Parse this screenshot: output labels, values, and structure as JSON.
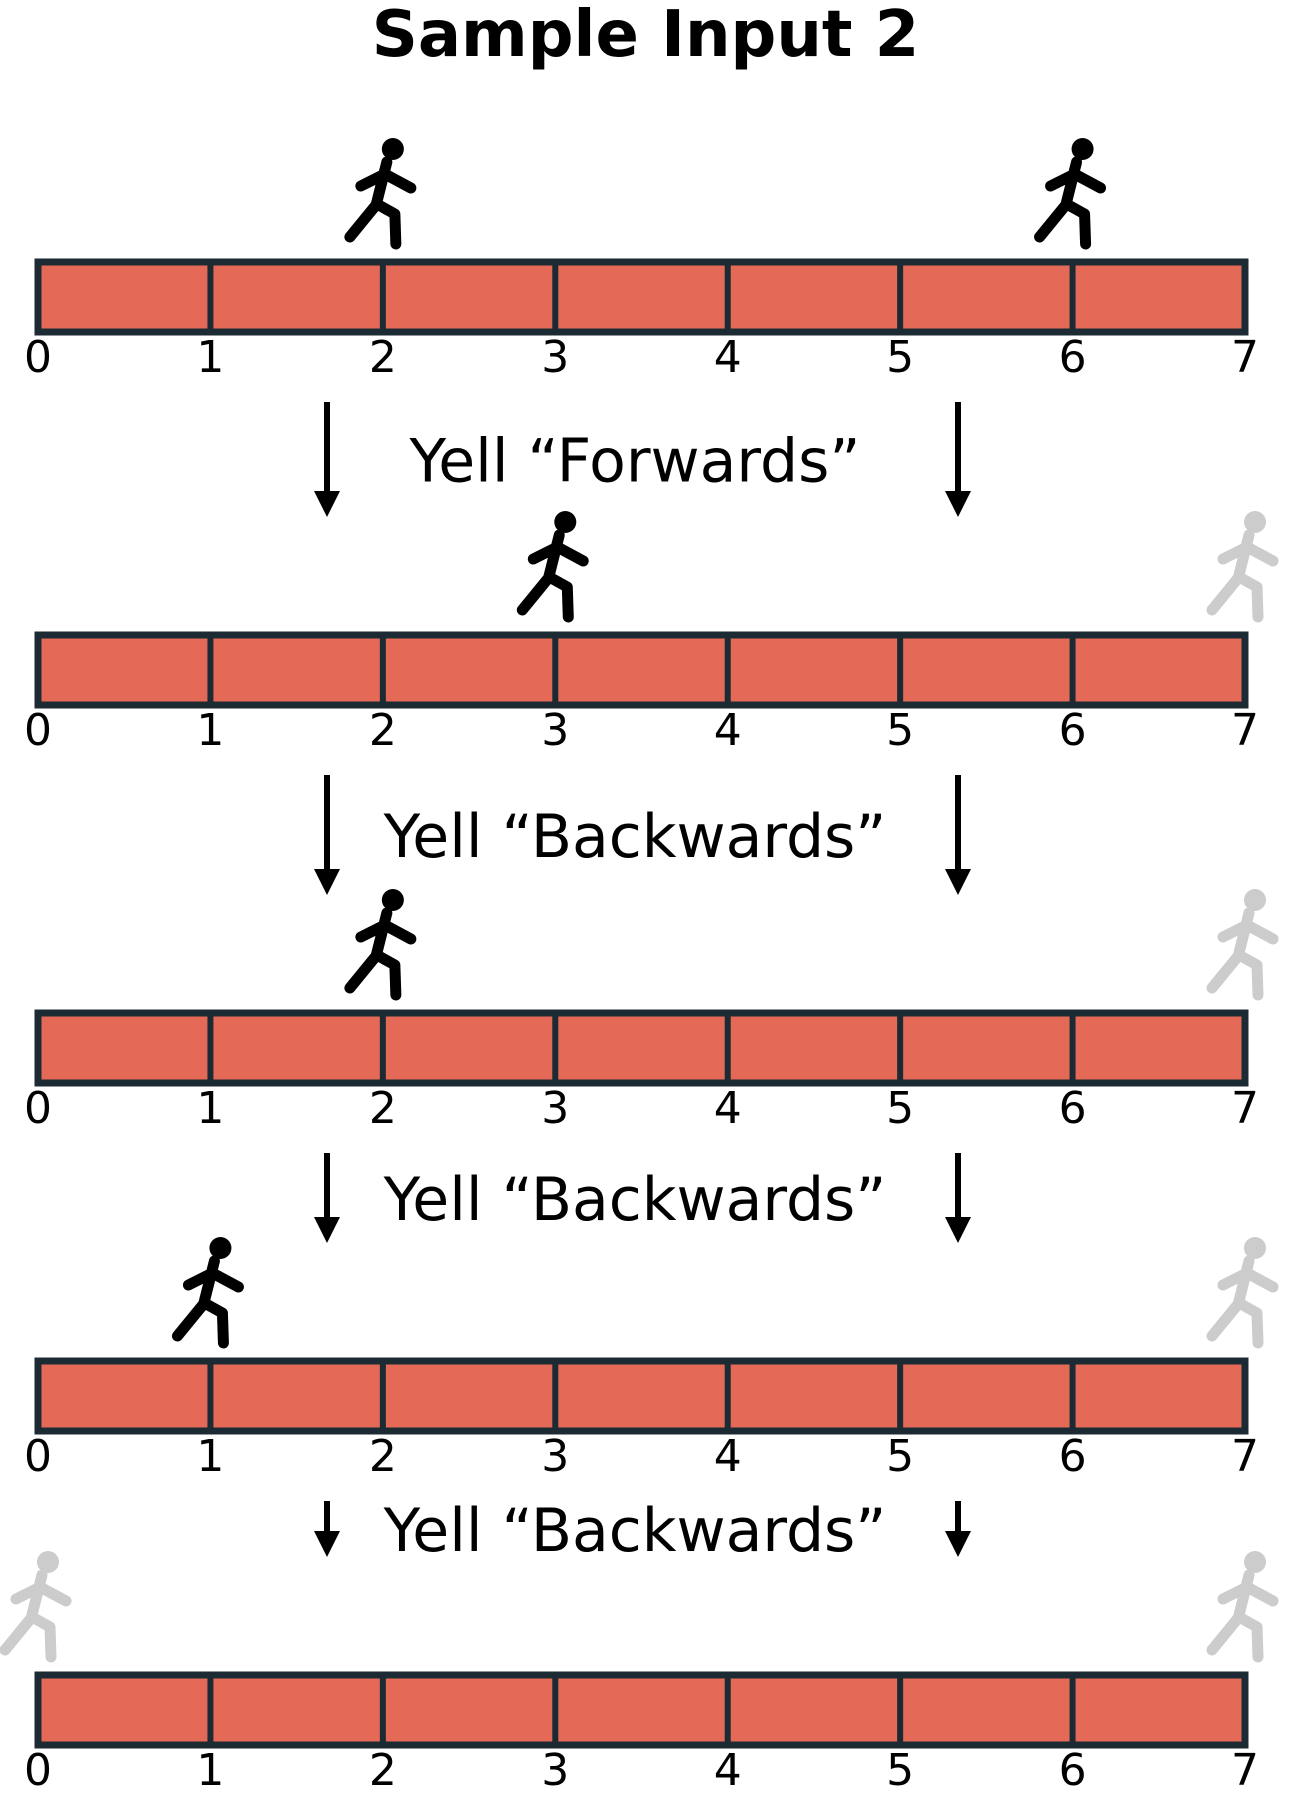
{
  "title": "Sample Input 2",
  "colors": {
    "cell": "#E46A57",
    "border": "#1C2B33",
    "active_walker": "#000000",
    "exited_walker": "#CCCCCC"
  },
  "number_line": {
    "min": 0,
    "max": 7,
    "tick_labels": [
      "0",
      "1",
      "2",
      "3",
      "4",
      "5",
      "6",
      "7"
    ]
  },
  "icons": {
    "walker": "person-walking-icon",
    "arrow": "arrow-down-icon"
  },
  "stages": [
    {
      "walkers": [
        {
          "position": 2,
          "state": "active"
        },
        {
          "position": 6,
          "state": "active"
        }
      ]
    },
    {
      "walkers": [
        {
          "position": 3,
          "state": "active"
        },
        {
          "position": 7,
          "state": "exited"
        }
      ]
    },
    {
      "walkers": [
        {
          "position": 2,
          "state": "active"
        },
        {
          "position": 7,
          "state": "exited"
        }
      ]
    },
    {
      "walkers": [
        {
          "position": 1,
          "state": "active"
        },
        {
          "position": 7,
          "state": "exited"
        }
      ]
    },
    {
      "walkers": [
        {
          "position": 0,
          "state": "exited"
        },
        {
          "position": 7,
          "state": "exited"
        }
      ]
    }
  ],
  "transitions": [
    {
      "label": "Yell “Forwards”"
    },
    {
      "label": "Yell “Backwards”"
    },
    {
      "label": "Yell “Backwards”"
    },
    {
      "label": "Yell “Backwards”"
    }
  ]
}
